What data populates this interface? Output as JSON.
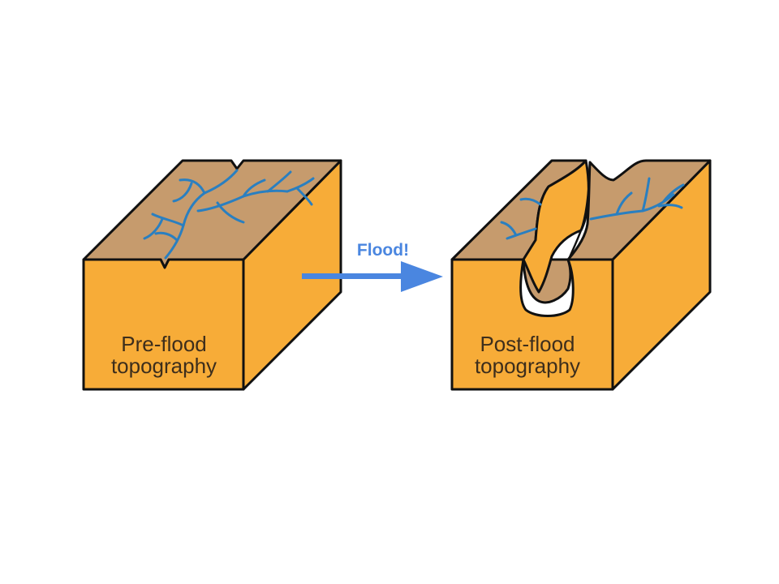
{
  "diagram": {
    "pre_block": {
      "line1": "Pre-flood",
      "line2": "topography"
    },
    "post_block": {
      "line1": "Post-flood",
      "line2": "topography"
    },
    "arrow": {
      "label": "Flood!"
    }
  },
  "colors": {
    "front_face": "#F7AC38",
    "top_surface": "#C69B6D",
    "river": "#2A7FC0",
    "arrow": "#4A86E0",
    "outline": "#111111",
    "text": "#3d2e1c"
  }
}
